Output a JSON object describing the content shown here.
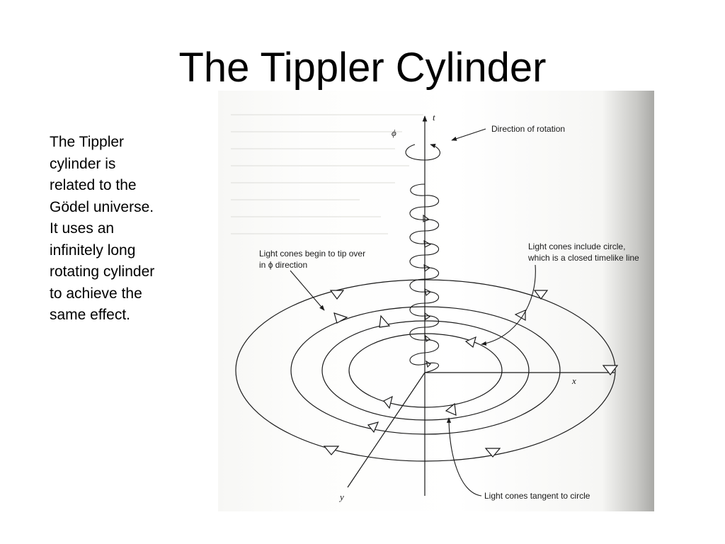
{
  "slide": {
    "title": "The Tippler Cylinder",
    "body_lines": [
      "The Tippler",
      "cylinder is",
      "related to the",
      "Gödel universe.",
      "It uses an",
      "infinitely long",
      "rotating cylinder",
      "to achieve the",
      "same effect."
    ]
  },
  "diagram": {
    "axis_t": "t",
    "axis_x": "x",
    "axis_y": "y",
    "phi_symbol": "ϕ",
    "label_rotation": "Direction of rotation",
    "label_tip_line1": "Light cones begin to tip over",
    "label_tip_line2_prefix": "in ",
    "label_tip_line2_suffix": " direction",
    "label_include_line1": "Light cones include circle,",
    "label_include_line2": "which is a closed timelike line",
    "label_tangent": "Light cones tangent to circle",
    "colors": {
      "ink": "#1a1a1a",
      "background": "#ffffff"
    }
  }
}
